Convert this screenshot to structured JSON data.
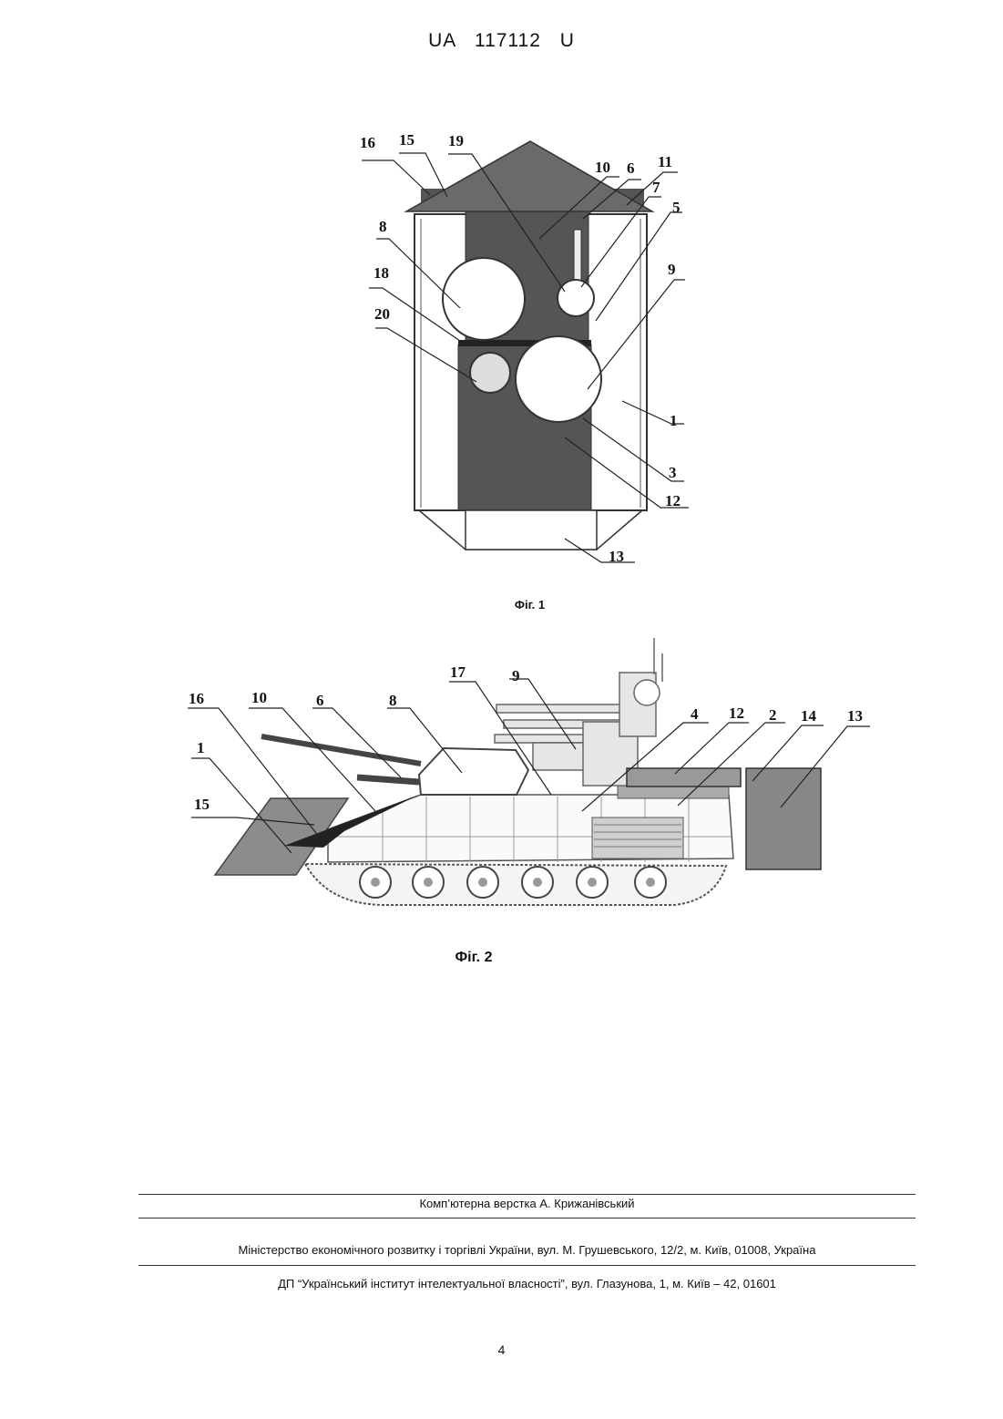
{
  "header": {
    "doc_number": "UA   117112   U"
  },
  "figure1": {
    "caption": "Фіг. 1",
    "labels": {
      "l16": "16",
      "l15": "15",
      "l19": "19",
      "l10": "10",
      "l6": "6",
      "l11": "11",
      "l7": "7",
      "l5": "5",
      "l8": "8",
      "l9": "9",
      "l18": "18",
      "l20": "20",
      "l1": "1",
      "l3": "3",
      "l12": "12",
      "l13": "13"
    }
  },
  "figure2": {
    "caption": "Фіг. 2",
    "labels": {
      "l16": "16",
      "l10": "10",
      "l6": "6",
      "l8": "8",
      "l17": "17",
      "l9": "9",
      "l4": "4",
      "l12": "12",
      "l2": "2",
      "l14": "14",
      "l13": "13",
      "l1": "1",
      "l15": "15"
    }
  },
  "footer": {
    "layout_credit": "Комп’ютерна верстка А. Крижанівський",
    "ministry": "Міністерство економічного розвитку і торгівлі України, вул. М. Грушевського, 12/2, м. Київ, 01008, Україна",
    "institute": "ДП “Український інститут інтелектуальної власності”, вул. Глазунова, 1, м. Київ – 42, 01601"
  },
  "page_number": "4"
}
